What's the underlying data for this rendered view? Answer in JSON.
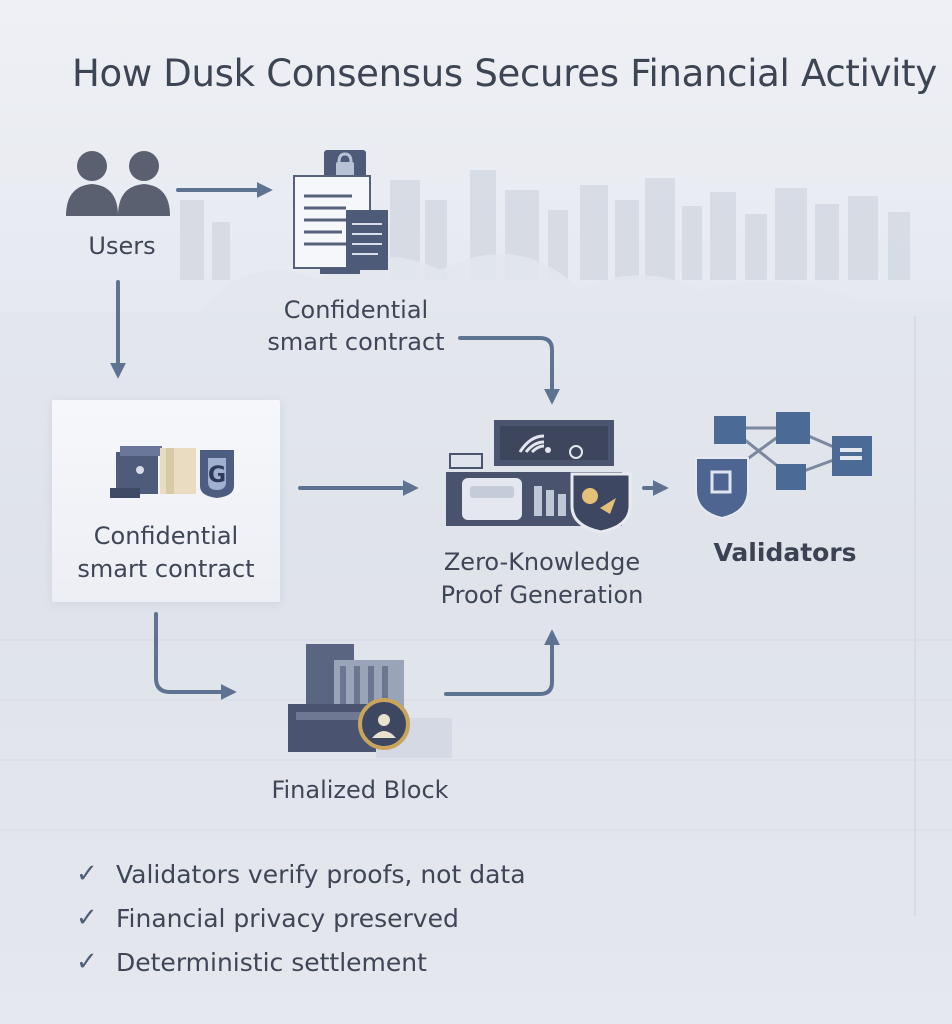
{
  "title": "How Dusk Consensus Secures Financial Activity",
  "nodes": {
    "users": {
      "label": "Users",
      "icon": "users-icon"
    },
    "contract_top": {
      "label_line1": "Confidential",
      "label_line2": "smart contract",
      "icon": "document-lock-icon"
    },
    "contract_panel": {
      "label_line1": "Confidential",
      "label_line2": "smart contract",
      "icon": "contract-blocks-icon"
    },
    "zk_proof": {
      "label_line1": "Zero-Knowledge",
      "label_line2": "Proof Generation",
      "icon": "zk-proof-machine-icon"
    },
    "validators": {
      "label": "Validators",
      "icon": "validator-network-icon"
    },
    "finalized_block": {
      "label": "Finalized Block",
      "icon": "block-stack-icon"
    }
  },
  "checklist": [
    "Validators verify proofs, not data",
    "Financial privacy preserved",
    "Deterministic settlement"
  ],
  "colors": {
    "primary": "#4f5f78",
    "arrow": "#5e7391",
    "text": "#3e4657",
    "panel": "#f4f5f9"
  }
}
